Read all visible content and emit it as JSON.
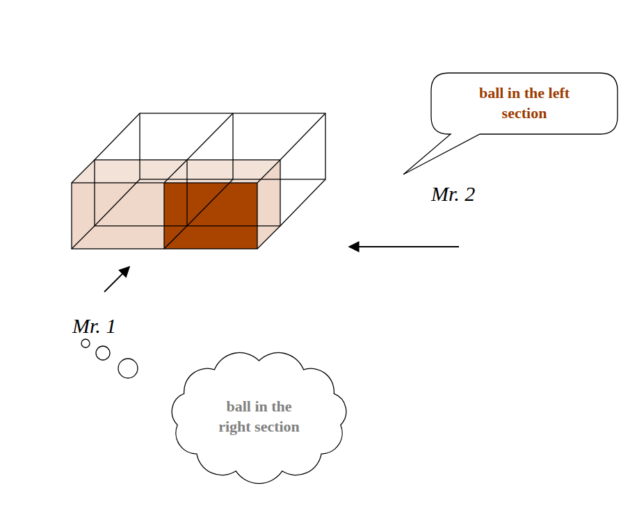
{
  "diagram": {
    "nodes": [
      {
        "text": [
          "ball in the left section"
        ]
      },
      {
        "text": [
          "ball in the right section"
        ]
      }
    ],
    "labels": [
      "Mr. 2",
      "Mr. 1"
    ]
  }
}
